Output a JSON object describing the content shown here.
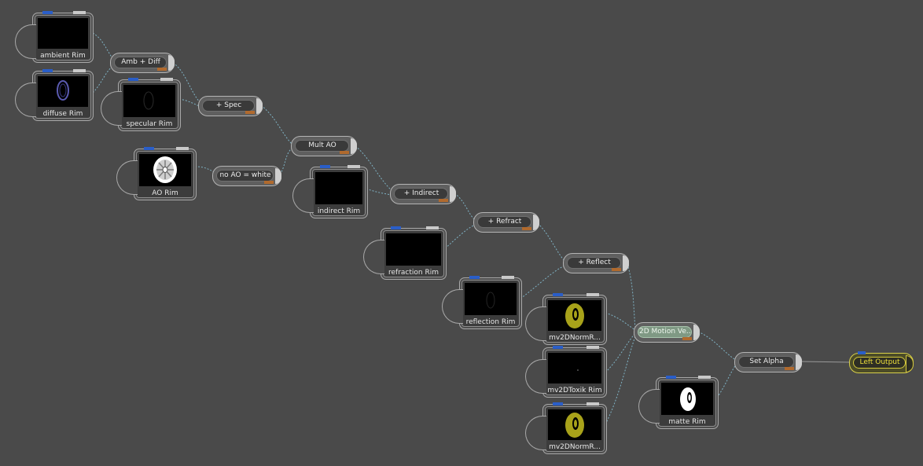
{
  "nodes": {
    "ambient_rim": {
      "label": "ambient Rim"
    },
    "diffuse_rim": {
      "label": "diffuse Rim"
    },
    "amb_diff": {
      "label": "Amb + Diff"
    },
    "specular_rim": {
      "label": "specular Rim"
    },
    "plus_spec": {
      "label": "+ Spec"
    },
    "ao_rim": {
      "label": "AO Rim"
    },
    "no_ao_white": {
      "label": "no AO = white"
    },
    "mult_ao": {
      "label": "Mult AO"
    },
    "indirect_rim": {
      "label": "indirect Rim"
    },
    "plus_indirect": {
      "label": "+ Indirect"
    },
    "plus_refract": {
      "label": "+ Refract"
    },
    "refraction_rim": {
      "label": "refraction Rim"
    },
    "plus_reflect": {
      "label": "+ Reflect"
    },
    "reflection_rim": {
      "label": "reflection Rim"
    },
    "mv2dnorm_1": {
      "label": "mv2DNormR..."
    },
    "motion_vec": {
      "label": "2D Motion Ve..."
    },
    "mv2dtoxik": {
      "label": "mv2DToxik Rim"
    },
    "mv2dnorm_2": {
      "label": "mv2DNormR..."
    },
    "set_alpha": {
      "label": "Set Alpha"
    },
    "matte_rim": {
      "label": "matte Rim"
    },
    "left_output": {
      "label": "Left Output"
    }
  },
  "colors": {
    "background": "#4a4a4a",
    "wire": "#7fb2c4",
    "input_tab": "#2a5ec8",
    "output_tab": "#b06a2e",
    "motion_node": "#7f9984",
    "output_highlight": "#ecde3a",
    "thumb_olive": "#a8a21a"
  }
}
